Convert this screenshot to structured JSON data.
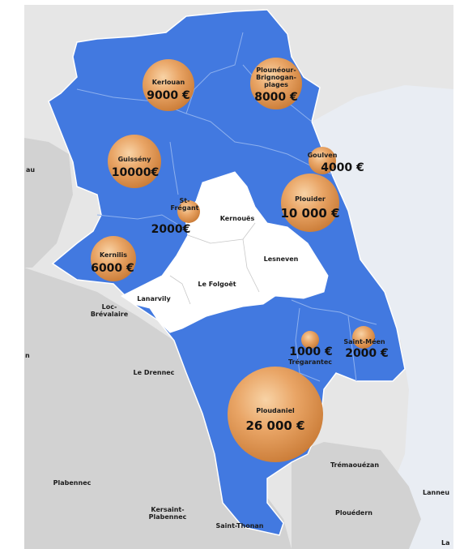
{
  "map": {
    "colors": {
      "background": "#ffffff",
      "sea": "#e6e6e6",
      "land": "#d0d0d0",
      "territory": "#4279e0",
      "territory_border": "#7fa2e8",
      "white_zone": "#ffffff",
      "east_land": "#e9edf3",
      "bubble": "#e7a461"
    },
    "bubbles": [
      {
        "name": "Kerlouan",
        "value": "9000 €"
      },
      {
        "name": "Plounéour-\nBrignogan-\nplages",
        "value": "8000 €"
      },
      {
        "name": "Guissény",
        "value": "10000€"
      },
      {
        "name": "Goulven",
        "value": "4000 €"
      },
      {
        "name": "St-\nFrégant",
        "value": "2000€"
      },
      {
        "name": "Plouider",
        "value": "10 000 €"
      },
      {
        "name": "Kernilis",
        "value": "6000 €"
      },
      {
        "name": "Trégarantec",
        "value": "1000 €"
      },
      {
        "name": "Saint-Méen",
        "value": "2000 €"
      },
      {
        "name": "Ploudaniel",
        "value": "26 000 €"
      }
    ],
    "unfunded_communes": [
      {
        "name": "Kernouës"
      },
      {
        "name": "Lesneven"
      },
      {
        "name": "Le Folgoët"
      },
      {
        "name": "Lanarvily"
      }
    ],
    "surrounding_places": [
      {
        "name": "Loc-\nBrévalaire"
      },
      {
        "name": "Le Drennec"
      },
      {
        "name": "Trémaouézan"
      },
      {
        "name": "Plabennec"
      },
      {
        "name": "Kersaint-\nPlabennec"
      },
      {
        "name": "Saint-Thonan"
      },
      {
        "name": "Plouédern"
      },
      {
        "name": "Lanneu"
      },
      {
        "name": "La"
      },
      {
        "name": "au"
      },
      {
        "name": "n"
      }
    ]
  }
}
